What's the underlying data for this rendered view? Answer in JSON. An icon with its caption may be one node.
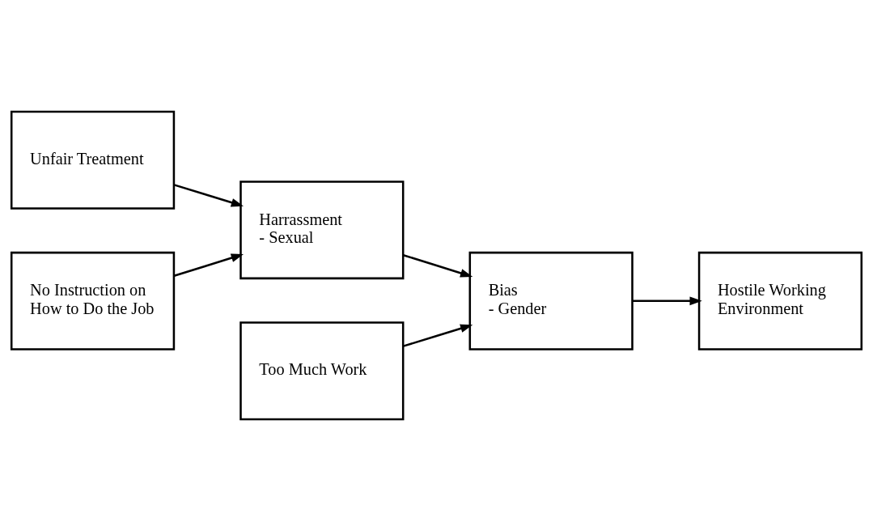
{
  "diagram": {
    "nodes": [
      {
        "text": [
          "Unfair Treatment"
        ]
      },
      {
        "text": [
          "Too Much Work"
        ]
      },
      {
        "text": [
          "Harrassment",
          "- Sexual"
        ]
      },
      {
        "text": [
          "Bias",
          "- Gender"
        ]
      },
      {
        "text": [
          "Hostile Working Environment"
        ]
      },
      {
        "text": [
          "No Instruction on How to Do the Job"
        ]
      }
    ],
    "edges": [
      {
        "from": 0,
        "to": 2,
        "arrow": "to"
      },
      {
        "from": 1,
        "to": 3,
        "arrow": "to"
      },
      {
        "from": 5,
        "to": 2,
        "arrow": "to"
      },
      {
        "from": 2,
        "to": 3,
        "arrow": "to"
      },
      {
        "from": 3,
        "to": 4,
        "arrow": "to"
      }
    ]
  }
}
